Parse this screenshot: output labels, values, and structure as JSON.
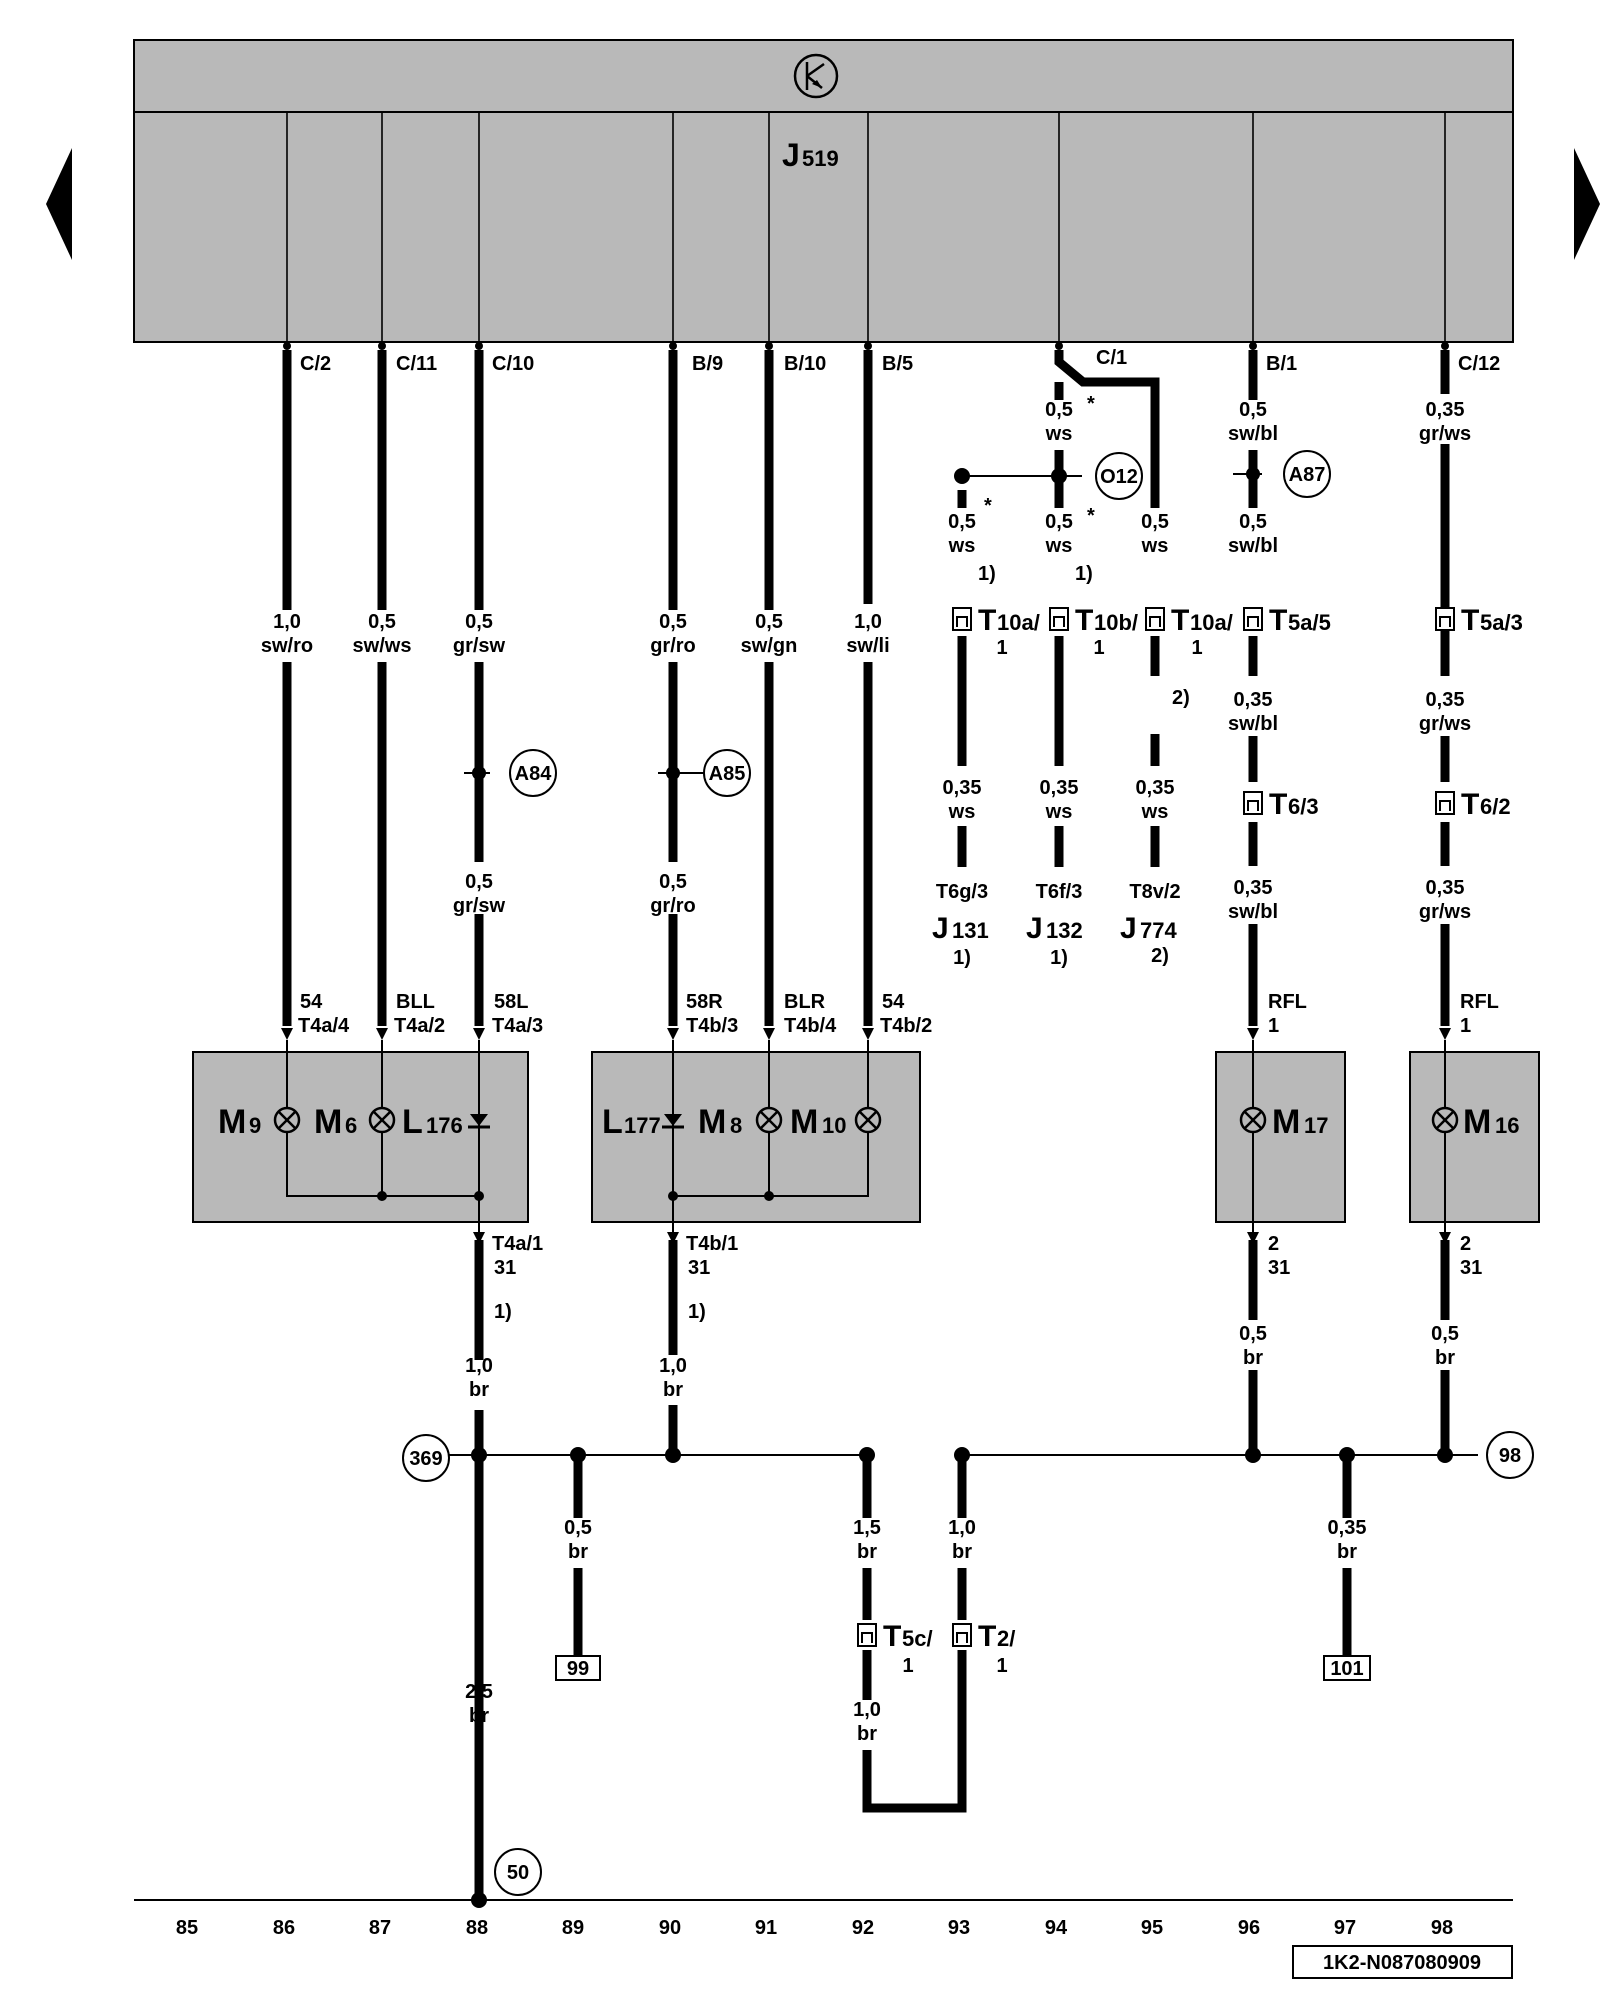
{
  "control_unit": {
    "letter": "J",
    "number": "519",
    "ground_symbol": "ground-symbol-icon"
  },
  "pins": [
    {
      "label": "C/2",
      "gauge": "1,0",
      "color": "sw/ro"
    },
    {
      "label": "C/11",
      "gauge": "0,5",
      "color": "sw/ws"
    },
    {
      "label": "C/10",
      "gauge": "0,5",
      "color": "gr/sw"
    },
    {
      "label": "B/9",
      "gauge": "0,5",
      "color": "gr/ro"
    },
    {
      "label": "B/10",
      "gauge": "0,5",
      "color": "sw/gn"
    },
    {
      "label": "B/5",
      "gauge": "1,0",
      "color": "sw/li"
    },
    {
      "label": "C/1"
    },
    {
      "label": "B/1",
      "gauge": "0,5",
      "color": "sw/bl"
    },
    {
      "label": "C/12",
      "gauge": "0,35",
      "color": "gr/ws"
    }
  ],
  "splices": {
    "a84": "A84",
    "a85": "A85",
    "a87": "A87",
    "o12": "O12",
    "g369": "369",
    "g98": "98",
    "g50": "50"
  },
  "col94": {
    "g1": "0,5",
    "c1": "ws",
    "star": "*",
    "g2": "0,5",
    "c2": "ws",
    "note": "1)",
    "g3": "0,35",
    "c3": "ws",
    "conn": "T6f/3",
    "cu_letter": "J",
    "cu_num": "132",
    "cu_note": "1)"
  },
  "col93": {
    "g1": "0,5",
    "c1": "ws",
    "star": "*",
    "note": "1)",
    "g2": "0,35",
    "c2": "ws",
    "conn": "T6g/3",
    "cu_letter": "J",
    "cu_num": "131",
    "cu_note": "1)"
  },
  "col95": {
    "g1": "0,5",
    "c1": "ws",
    "note": "2)",
    "g2": "0,35",
    "c2": "ws",
    "conn": "T8v/2",
    "cu_letter": "J",
    "cu_num": "774",
    "cu_note": "2)"
  },
  "connectors": {
    "t10a_1": {
      "t": "T",
      "s": "10a/",
      "pin": "1"
    },
    "t10b": {
      "t": "T",
      "s": "10b/",
      "pin": "1"
    },
    "t10a_2": {
      "t": "T",
      "s": "10a/",
      "pin": "1"
    },
    "t5a5": {
      "t": "T",
      "s": "5a/5"
    },
    "t5a3": {
      "t": "T",
      "s": "5a/3"
    },
    "t63": {
      "t": "T",
      "s": "6/3"
    },
    "t62": {
      "t": "T",
      "s": "6/2"
    },
    "t5c": {
      "t": "T",
      "s": "5c/",
      "pin": "1"
    },
    "t2": {
      "t": "T",
      "s": "2/",
      "pin": "1"
    }
  },
  "col96": {
    "g2": "0,35",
    "c2": "sw/bl",
    "g3": "0,35",
    "c3": "sw/bl",
    "fn": "RFL",
    "pin": "1",
    "bot_pin": "2",
    "bot_term": "31",
    "g4": "0,5",
    "c4": "br"
  },
  "col98": {
    "g2": "0,35",
    "c2": "gr/ws",
    "g3": "0,35",
    "c3": "gr/ws",
    "fn": "RFL",
    "pin": "1",
    "bot_pin": "2",
    "bot_term": "31",
    "g4": "0,5",
    "c4": "br"
  },
  "left_lower": {
    "c3_g": "0,5",
    "c3_c": "gr/sw",
    "c6_g": "0,5",
    "c6_c": "gr/ro"
  },
  "lamp_left": {
    "terms": [
      {
        "fn": "54",
        "conn": "T4a/4"
      },
      {
        "fn": "BLL",
        "conn": "T4a/2"
      },
      {
        "fn": "58L",
        "conn": "T4a/3"
      }
    ],
    "comps": [
      {
        "l": "M",
        "n": "9"
      },
      {
        "l": "M",
        "n": "6"
      },
      {
        "l": "L",
        "n": "176"
      }
    ],
    "bottom_conn": "T4a/1",
    "bottom_term": "31",
    "note": "1)",
    "gauge": "1,0",
    "color": "br"
  },
  "lamp_right": {
    "terms": [
      {
        "fn": "58R",
        "conn": "T4b/3"
      },
      {
        "fn": "BLR",
        "conn": "T4b/4"
      },
      {
        "fn": "54",
        "conn": "T4b/2"
      }
    ],
    "comps": [
      {
        "l": "L",
        "n": "177"
      },
      {
        "l": "M",
        "n": "8"
      },
      {
        "l": "M",
        "n": "10"
      }
    ],
    "bottom_conn": "T4b/1",
    "bottom_term": "31",
    "note": "1)",
    "gauge": "1,0",
    "color": "br"
  },
  "lamp_m17": {
    "l": "M",
    "n": "17"
  },
  "lamp_m16": {
    "l": "M",
    "n": "16"
  },
  "ground": {
    "w89": {
      "g": "0,5",
      "c": "br",
      "ref": "99"
    },
    "w92": {
      "g": "1,5",
      "c": "br",
      "g2": "1,0",
      "c2": "br"
    },
    "w93": {
      "g": "1,0",
      "c": "br"
    },
    "w97": {
      "g": "0,35",
      "c": "br",
      "ref": "101"
    },
    "w88": {
      "g": "2,5",
      "c": "br"
    }
  },
  "scale": [
    "85",
    "86",
    "87",
    "88",
    "89",
    "90",
    "91",
    "92",
    "93",
    "94",
    "95",
    "96",
    "97",
    "98"
  ],
  "drawing_id": "1K2-N087080909"
}
